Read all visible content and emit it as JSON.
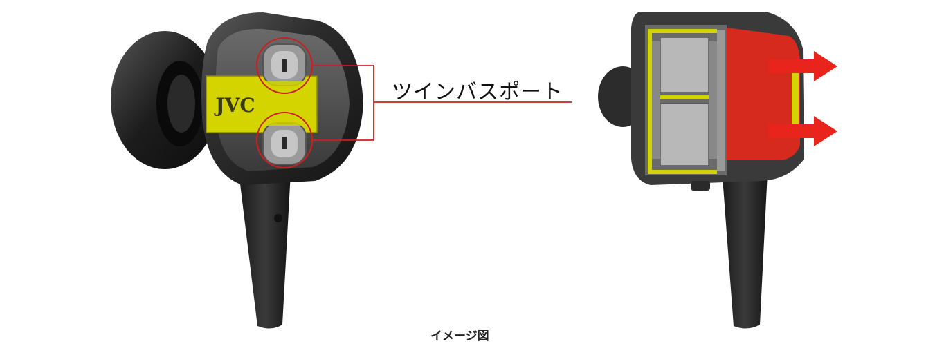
{
  "callout": {
    "label": "ツインバスポート"
  },
  "caption": {
    "text": "イメージ図"
  },
  "logo": {
    "text": "JVC"
  },
  "colors": {
    "housing": "#2a2a2a",
    "housing_light": "#4a4a4a",
    "accent_yellow": "#d4d400",
    "callout_red": "#cc1f1f",
    "arrow_red": "#e8241c",
    "chamber_red": "#d62a1e",
    "driver_gray": "#b8b8b8"
  },
  "icons": [
    "arrow-right-icon",
    "jvc-logo"
  ]
}
